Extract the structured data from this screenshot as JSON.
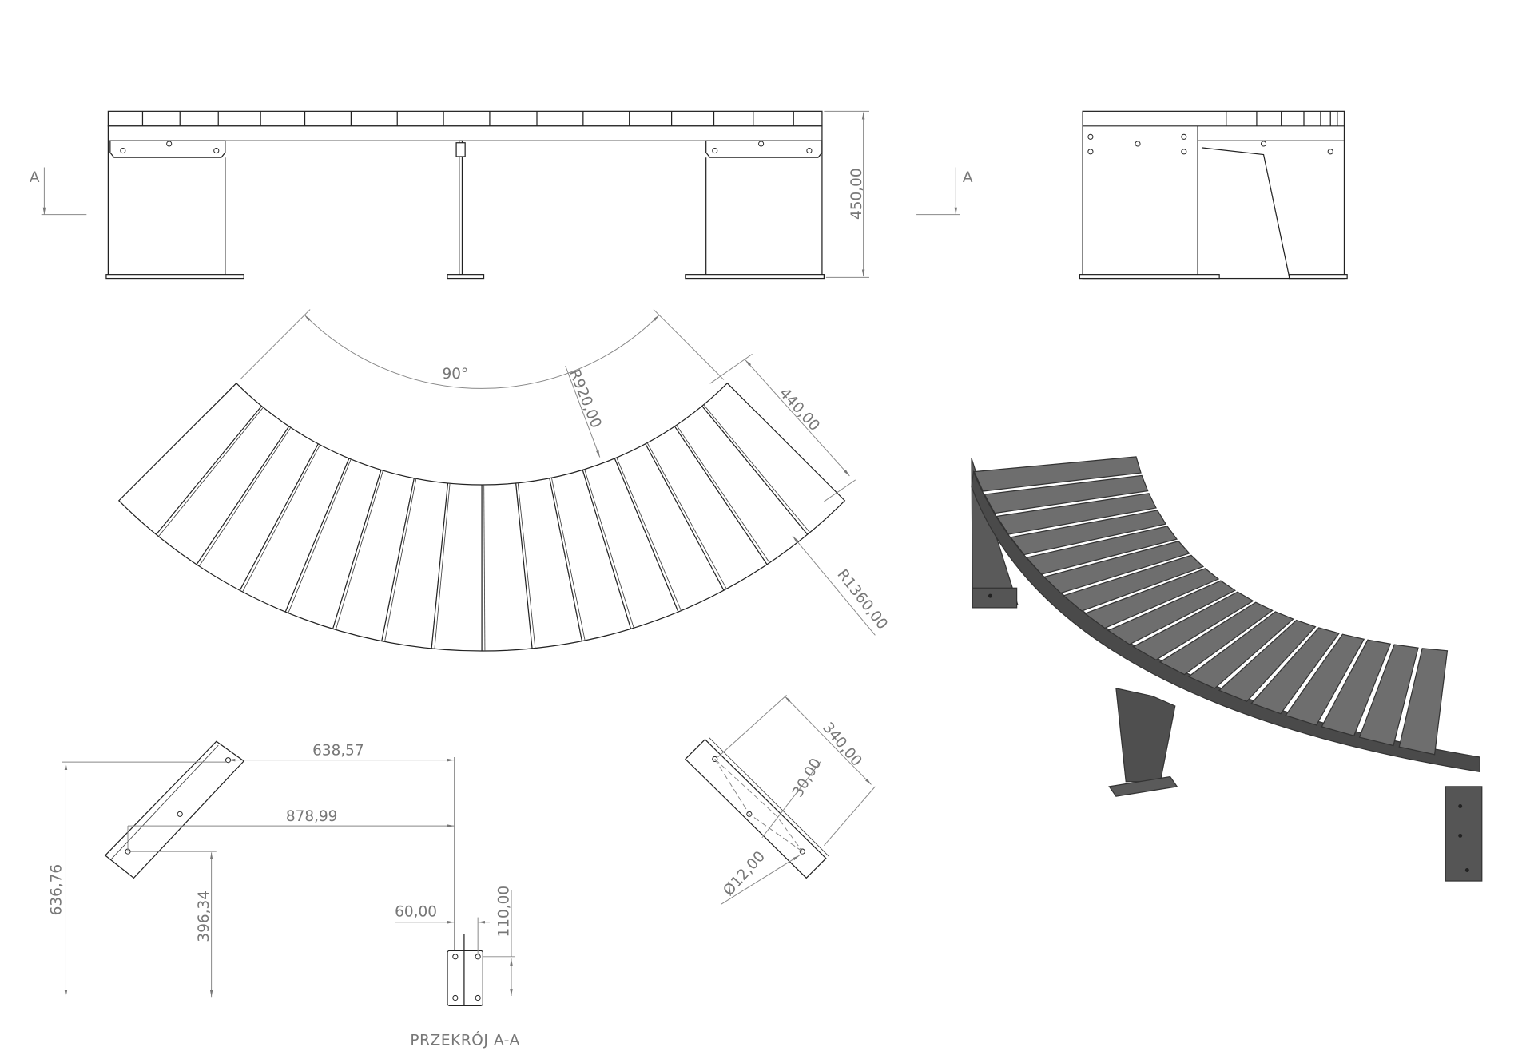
{
  "front_view": {
    "height_dim": "450,00",
    "section_marker": "A"
  },
  "side_view": {
    "section_marker": "A"
  },
  "top_view": {
    "angle_dim": "90°",
    "inner_radius": "R920,00",
    "depth_dim": "440,00",
    "outer_radius": "R1360,00"
  },
  "section_view": {
    "dims": {
      "d1": "638,57",
      "d2": "878,99",
      "d3": "636,76",
      "d4": "396,34",
      "d5": "60,00",
      "d6": "110,00"
    },
    "caption": "PRZEKRÓJ A-A"
  },
  "plate_detail": {
    "length_dim": "340,00",
    "offset_dim": "30,00",
    "hole_dim": "Ø12,00"
  },
  "colors": {
    "line": "#222222",
    "dimension": "#888888",
    "render_slat": "#6e6e6e",
    "render_frame": "#4a4a4a"
  }
}
